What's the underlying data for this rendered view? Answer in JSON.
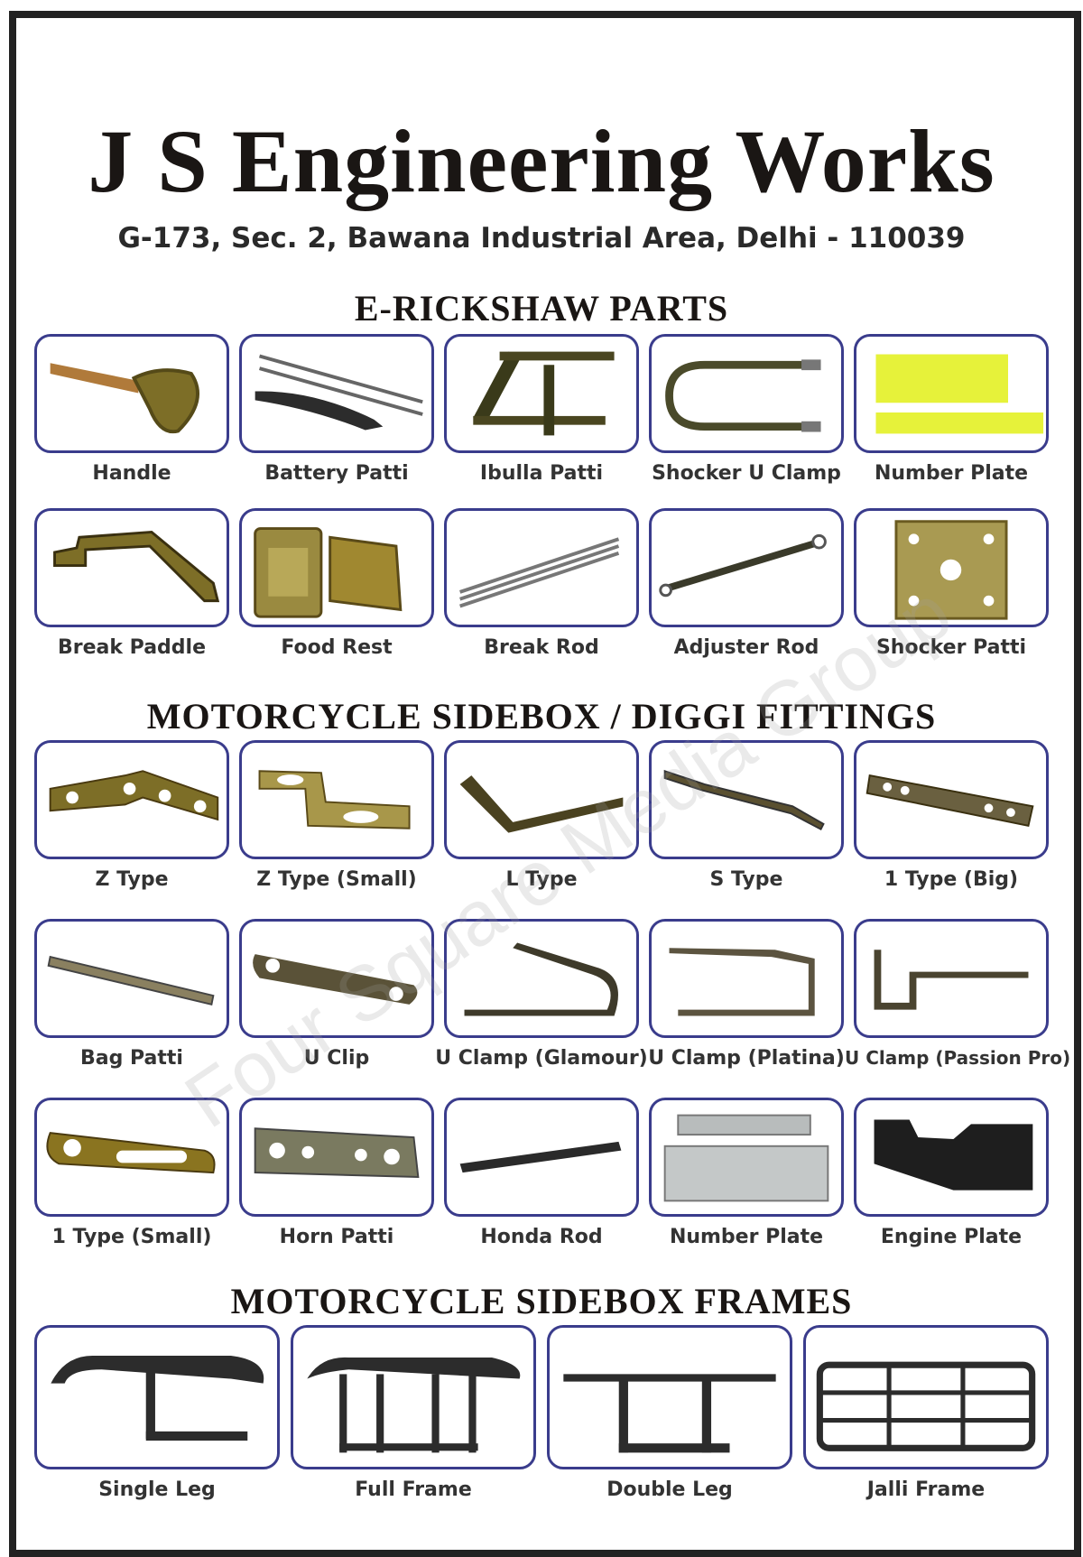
{
  "header": {
    "company": "J S Engineering Works",
    "address": "G-173, Sec. 2, Bawana Industrial Area, Delhi - 110039"
  },
  "sections": [
    {
      "title": "E-RICKSHAW PARTS",
      "items": [
        {
          "label": "Handle",
          "icon": "handle-icon"
        },
        {
          "label": "Battery Patti",
          "icon": "battery-patti-icon"
        },
        {
          "label": "Ibulla Patti",
          "icon": "ibulla-patti-icon"
        },
        {
          "label": "Shocker U Clamp",
          "icon": "shocker-u-clamp-icon"
        },
        {
          "label": "Number Plate",
          "icon": "number-plate-icon"
        },
        {
          "label": "Break Paddle",
          "icon": "break-paddle-icon"
        },
        {
          "label": "Food Rest",
          "icon": "food-rest-icon"
        },
        {
          "label": "Break Rod",
          "icon": "break-rod-icon"
        },
        {
          "label": "Adjuster Rod",
          "icon": "adjuster-rod-icon"
        },
        {
          "label": "Shocker Patti",
          "icon": "shocker-patti-icon"
        }
      ]
    },
    {
      "title": "MOTORCYCLE SIDEBOX / DIGGI FITTINGS",
      "items": [
        {
          "label": "Z Type",
          "icon": "z-type-icon"
        },
        {
          "label": "Z Type (Small)",
          "icon": "z-type-small-icon"
        },
        {
          "label": "L Type",
          "icon": "l-type-icon"
        },
        {
          "label": "S Type",
          "icon": "s-type-icon"
        },
        {
          "label": "1 Type (Big)",
          "icon": "1-type-big-icon"
        },
        {
          "label": "Bag Patti",
          "icon": "bag-patti-icon"
        },
        {
          "label": "U Clip",
          "icon": "u-clip-icon"
        },
        {
          "label": "U Clamp (Glamour)",
          "icon": "u-clamp-glamour-icon"
        },
        {
          "label": "U Clamp (Platina)",
          "icon": "u-clamp-platina-icon"
        },
        {
          "label": "U Clamp (Passion Pro)",
          "icon": "u-clamp-passion-pro-icon"
        },
        {
          "label": "1 Type (Small)",
          "icon": "1-type-small-icon"
        },
        {
          "label": "Horn Patti",
          "icon": "horn-patti-icon"
        },
        {
          "label": "Honda Rod",
          "icon": "honda-rod-icon"
        },
        {
          "label": "Number Plate",
          "icon": "number-plate-grey-icon"
        },
        {
          "label": "Engine Plate",
          "icon": "engine-plate-icon"
        }
      ]
    },
    {
      "title": "MOTORCYCLE SIDEBOX FRAMES",
      "items": [
        {
          "label": "Single Leg",
          "icon": "single-leg-frame-icon"
        },
        {
          "label": "Full Frame",
          "icon": "full-frame-icon"
        },
        {
          "label": "Double Leg",
          "icon": "double-leg-frame-icon"
        },
        {
          "label": "Jalli Frame",
          "icon": "jalli-frame-icon"
        }
      ]
    }
  ],
  "watermark": "Four Square Media Group",
  "colors": {
    "tile_border": "#3a3c8c",
    "metal": "#8a7a2a",
    "title": "#1a1614"
  }
}
